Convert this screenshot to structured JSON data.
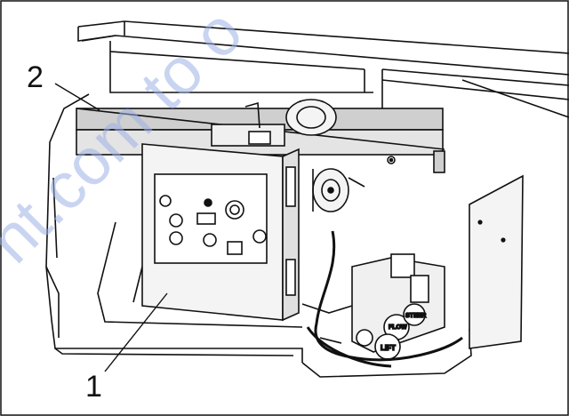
{
  "figure": {
    "callouts": [
      {
        "id": "1",
        "label": "1"
      },
      {
        "id": "2",
        "label": "2"
      }
    ],
    "valve_labels": {
      "flow": "FLOW",
      "steer": "STEER",
      "lift": "LIFT"
    },
    "watermark": "nt.com to o"
  },
  "colors": {
    "line": "#111111",
    "level_bar": "#cfcfcf",
    "panel": "#f4f4f4",
    "watermark": "#9db0e6"
  },
  "icons": [
    "level-icon",
    "control-panel-icon",
    "motor-icon",
    "valve-block-icon"
  ]
}
